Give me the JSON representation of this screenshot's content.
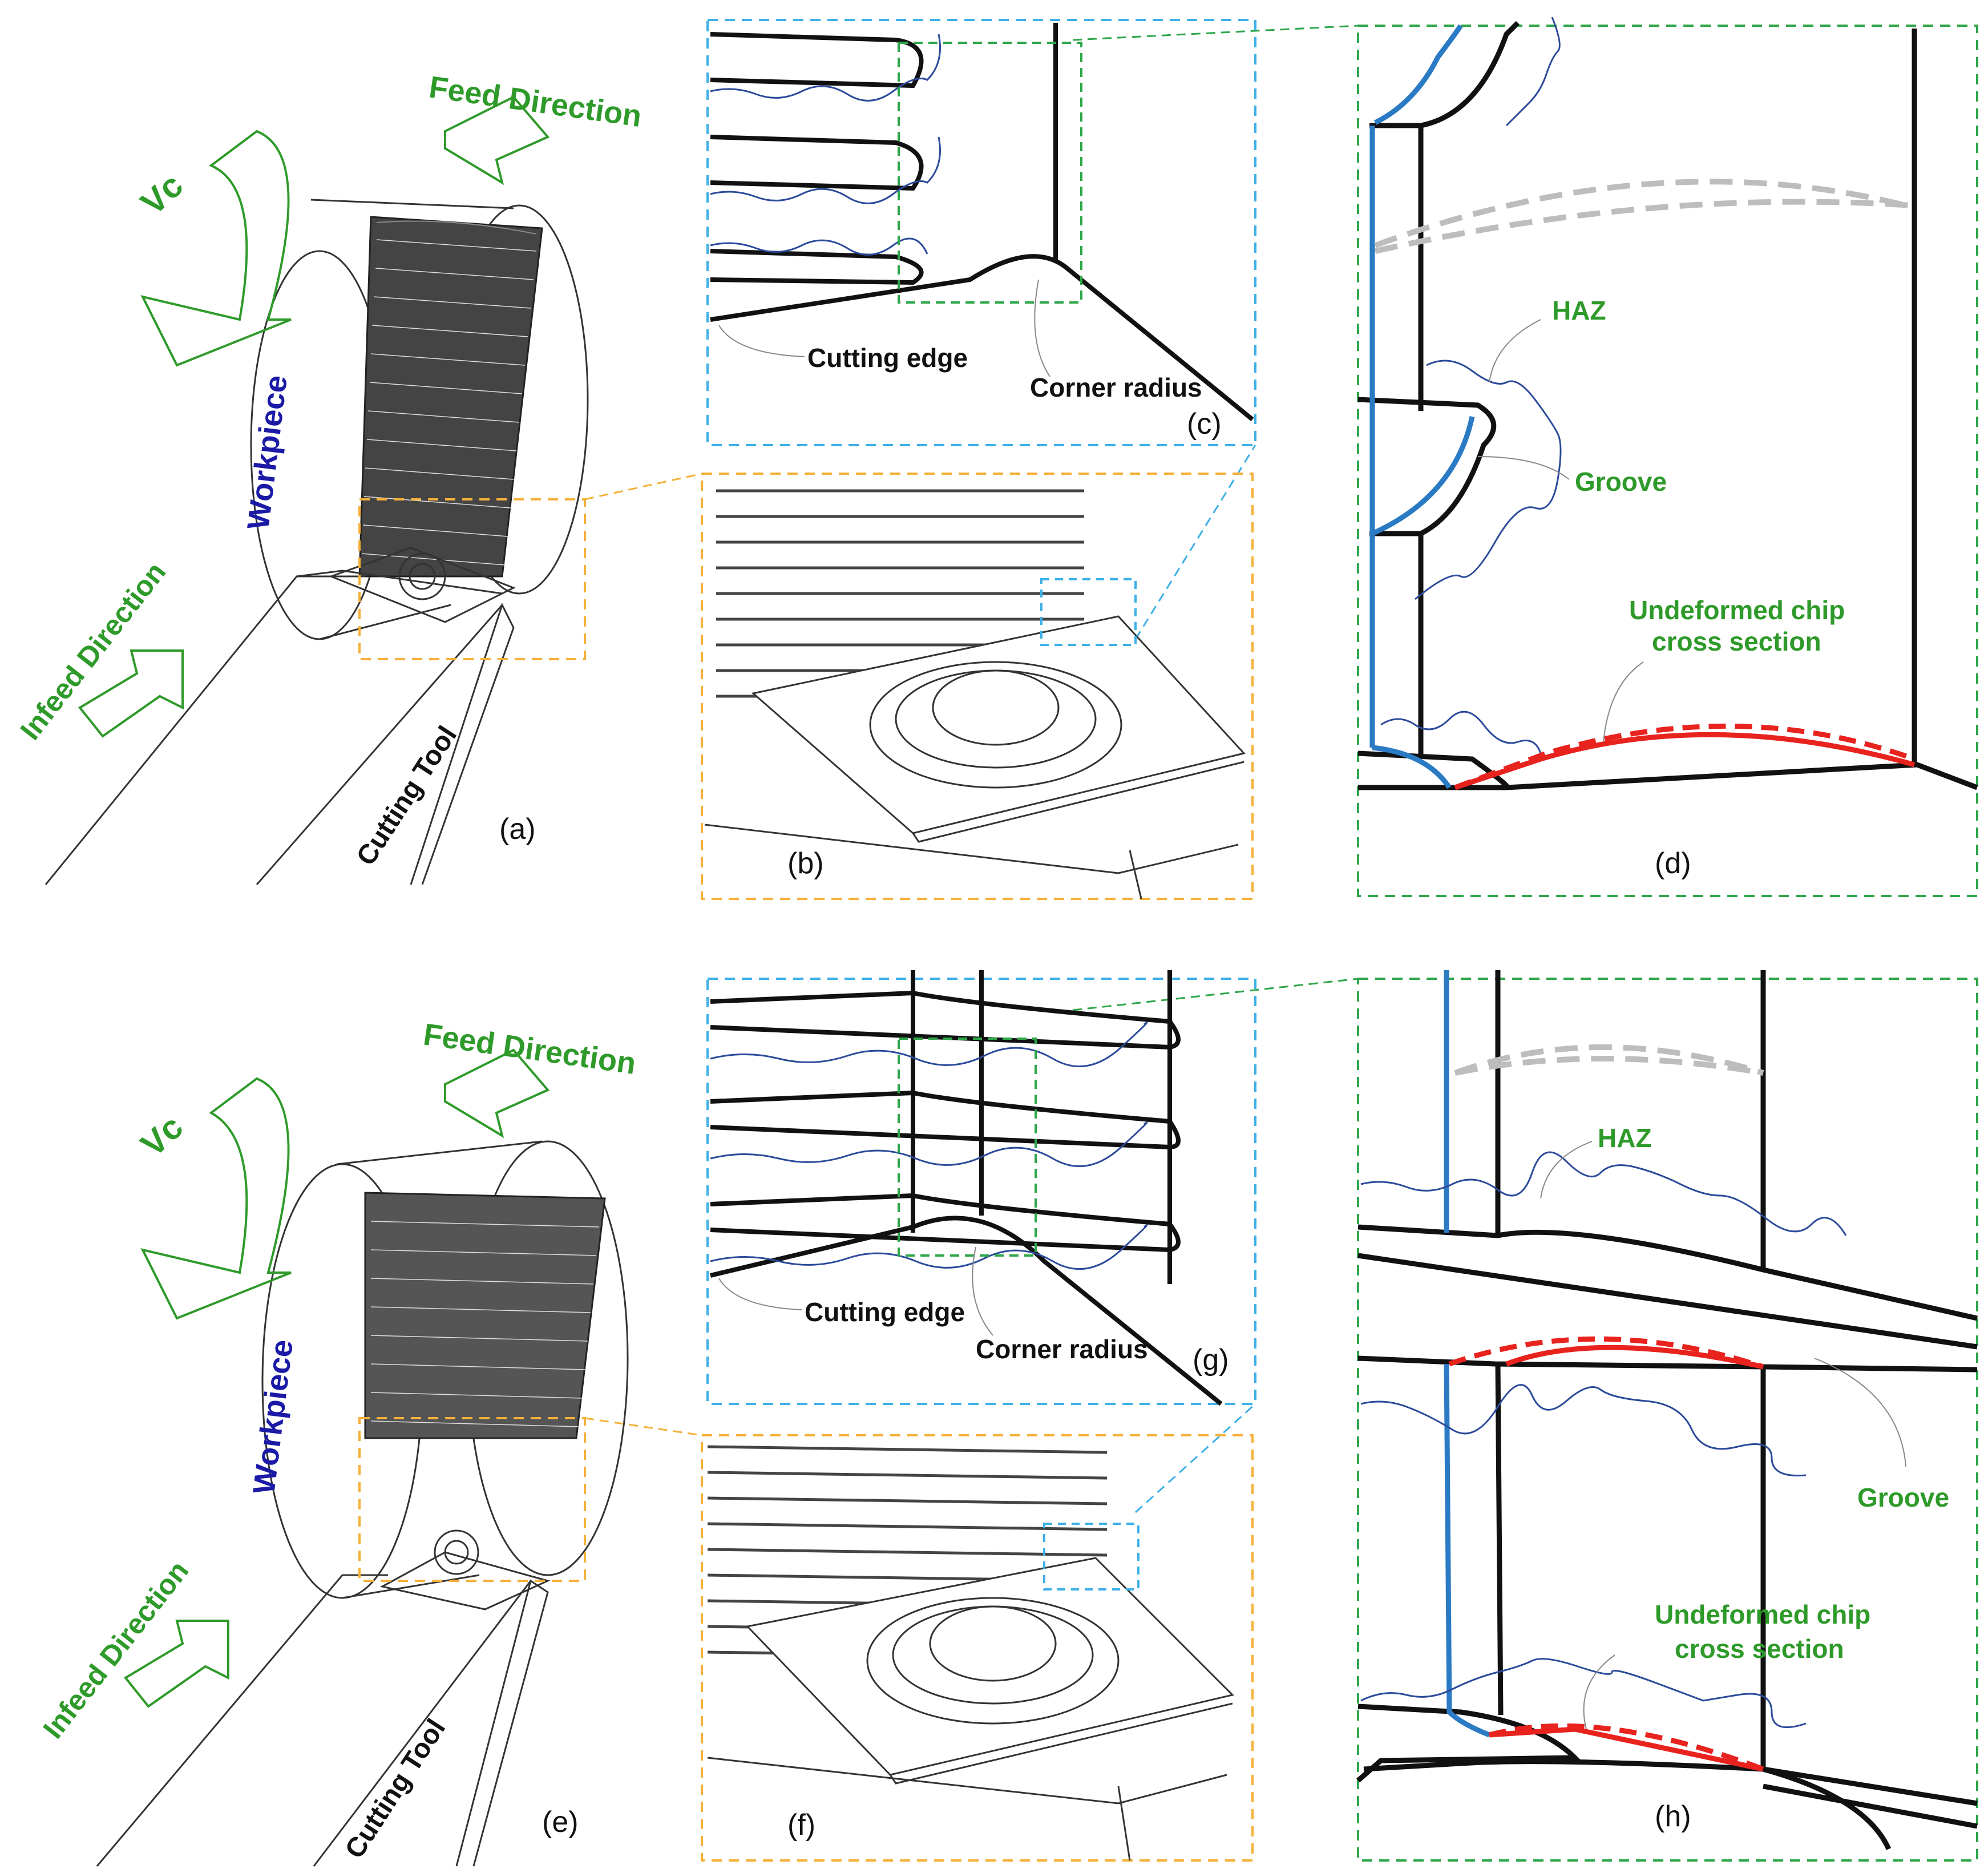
{
  "colors": {
    "green_label": "#2e9a2a",
    "blue_label": "#1a1aa6",
    "frame_blue": "#3db0e8",
    "frame_orange": "#f5b13a",
    "frame_green": "#2ea64a",
    "haz_blue": "#2b4a9a",
    "tool_path_blue": "#2a7ac4",
    "chip_red": "#e8231e",
    "previous_pass_grey": "#bdbdbd"
  },
  "top": {
    "overview": {
      "feed": "Feed Direction",
      "vc": "Vc",
      "workpiece": "Workpiece",
      "infeed": "Infeed Direction",
      "tool": "Cutting Tool",
      "panel": "(a)"
    },
    "zoom_b": {
      "panel": "(b)"
    },
    "zoom_c": {
      "cutting_edge": "Cutting edge",
      "corner_radius": "Corner radius",
      "panel": "(c)"
    },
    "zoom_d": {
      "haz": "HAZ",
      "groove": "Groove",
      "chip_line1": "Undeformed chip",
      "chip_line2": "cross section",
      "panel": "(d)"
    }
  },
  "bottom": {
    "overview": {
      "feed": "Feed Direction",
      "vc": "Vc",
      "workpiece": "Workpiece",
      "infeed": "Infeed Direction",
      "tool": "Cutting Tool",
      "panel": "(e)"
    },
    "zoom_f": {
      "panel": "(f)"
    },
    "zoom_g": {
      "cutting_edge": "Cutting edge",
      "corner_radius": "Corner radius",
      "panel": "(g)"
    },
    "zoom_h": {
      "haz": "HAZ",
      "groove": "Groove",
      "chip_line1": "Undeformed chip",
      "chip_line2": "cross section",
      "panel": "(h)"
    }
  }
}
